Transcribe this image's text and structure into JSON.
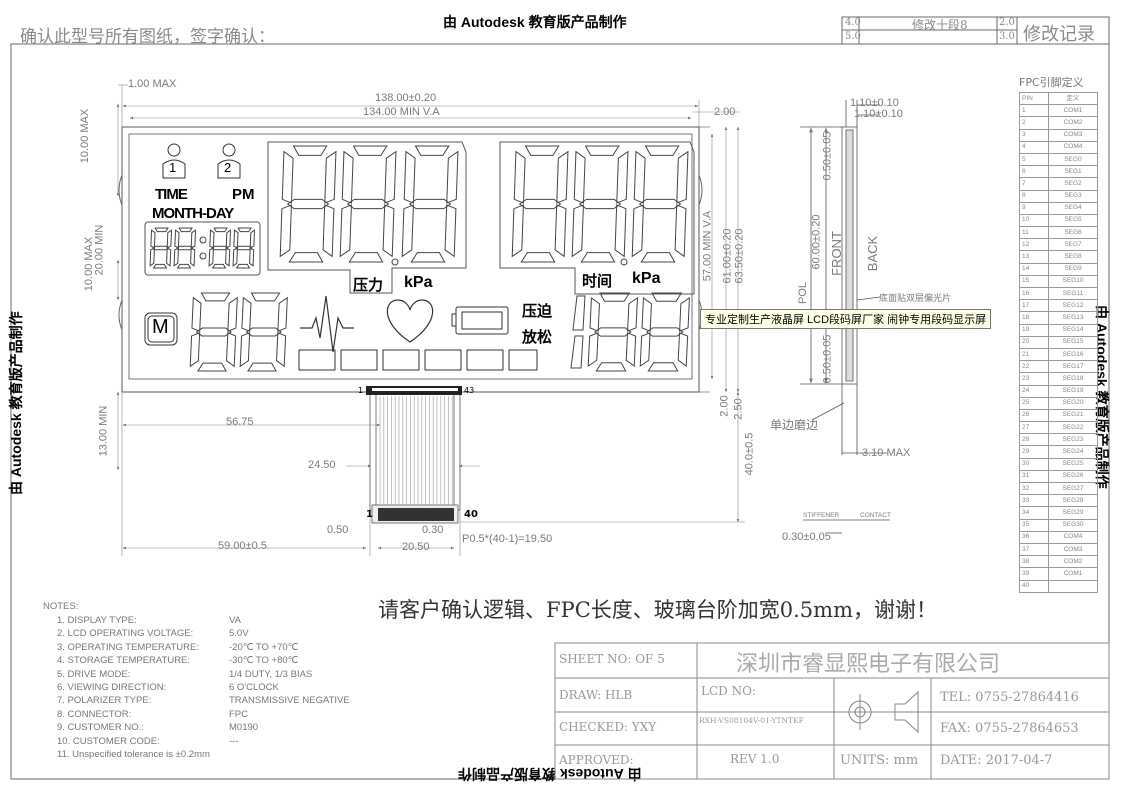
{
  "header": {
    "confirm_note": "确认此型号所有图纸，签字确认：",
    "watermark_top": "由 Autodesk 教育版产品制作",
    "watermark_bottom": "由 Autodesk 教育版产品制作",
    "watermark_left": "由 Autodesk 教育版产品制作",
    "watermark_right": "由 Autodesk 教育版产品制作",
    "rev_cells": [
      "4.0",
      "5.0",
      "2.0",
      "3.0"
    ],
    "rev_mark": "修改十段8",
    "revision_title": "修改记录"
  },
  "dims": {
    "d1": "1.00 MAX",
    "d2": "138.00±0.20",
    "d3": "134.00 MIN V.A",
    "d4": "2.00",
    "d5": "10.00 MAX",
    "d6": "10.00 MAX",
    "d7": "20.00 MIN",
    "d8": "13.00 MIN",
    "d9": "56.75",
    "d10": "24.50",
    "d11": "0.50",
    "d12": "0.30",
    "d13": "59.00±0.5",
    "d14": "20.50",
    "d15": "P0.5*(40-1)=19.50",
    "d16": "57.00 MIN V.A",
    "d17": "61.00±0.20",
    "d18": "63.50±0.20",
    "d19": "2.00",
    "d20": "2.50",
    "d21": "40.0±0.5",
    "d22": "1.10±0.10",
    "d23": "1.10±0.10",
    "d24": "0.50±0.05",
    "d25": "60.00±0.20",
    "d26": "0.50±0.05",
    "d27": "3.10 MAX",
    "d28": "0.30±0.05"
  },
  "side_labels": {
    "front": "FRONT",
    "back": "BACK",
    "pol": "POL",
    "bottom_pol": "底面贴双层偏光片",
    "edge": "单边磨边",
    "stiffener": "STIFFENER",
    "contact": "CONTACT"
  },
  "lcd": {
    "time": "TIME",
    "pm": "PM",
    "month_day": "MONTH-DAY",
    "pressure": "压力",
    "kpa1": "kPa",
    "kpa2": "kPa",
    "time_cn": "时间",
    "press_on": "压迫",
    "relax": "放松",
    "m": "M",
    "user1": "1",
    "user2": "2",
    "pin_first": "1",
    "pin_last": "43",
    "fpc_pin_first": "1",
    "fpc_pin_last": "40"
  },
  "callout": "专业定制生产液晶屏 LCD段码屏厂家 闹钟专用段码显示屏",
  "customer_message": "请客户确认逻辑、FPC长度、玻璃台阶加宽0.5mm，谢谢！",
  "fpc_table": {
    "title": "FPC引脚定义",
    "head": [
      "PIN",
      "定义"
    ],
    "rows": [
      [
        "1",
        "COM1"
      ],
      [
        "2",
        "COM2"
      ],
      [
        "3",
        "COM3"
      ],
      [
        "4",
        "COM4"
      ],
      [
        "5",
        "SEG0"
      ],
      [
        "6",
        "SEG1"
      ],
      [
        "7",
        "SEG2"
      ],
      [
        "8",
        "SEG3"
      ],
      [
        "9",
        "SEG4"
      ],
      [
        "10",
        "SEG5"
      ],
      [
        "11",
        "SEG6"
      ],
      [
        "12",
        "SEG7"
      ],
      [
        "13",
        "SEG8"
      ],
      [
        "14",
        "SEG9"
      ],
      [
        "15",
        "SEG10"
      ],
      [
        "16",
        "SEG11"
      ],
      [
        "17",
        "SEG12"
      ],
      [
        "18",
        "SEG13"
      ],
      [
        "19",
        "SEG14"
      ],
      [
        "20",
        "SEG15"
      ],
      [
        "21",
        "SEG16"
      ],
      [
        "22",
        "SEG17"
      ],
      [
        "23",
        "SEG18"
      ],
      [
        "24",
        "SEG19"
      ],
      [
        "25",
        "SEG20"
      ],
      [
        "26",
        "SEG21"
      ],
      [
        "27",
        "SEG22"
      ],
      [
        "28",
        "SEG23"
      ],
      [
        "29",
        "SEG24"
      ],
      [
        "30",
        "SEG25"
      ],
      [
        "31",
        "SEG26"
      ],
      [
        "32",
        "SEG27"
      ],
      [
        "33",
        "SEG28"
      ],
      [
        "34",
        "SEG29"
      ],
      [
        "35",
        "SEG30"
      ],
      [
        "36",
        "COM4"
      ],
      [
        "37",
        "COM3"
      ],
      [
        "38",
        "COM2"
      ],
      [
        "39",
        "COM1"
      ],
      [
        "40",
        ""
      ]
    ]
  },
  "notes": {
    "title": "NOTES:",
    "items": [
      [
        "1.  DISPLAY TYPE:",
        "VA"
      ],
      [
        "2.  LCD OPERATING VOLTAGE:",
        "5.0V"
      ],
      [
        "3.  OPERATING TEMPERATURE:",
        "-20℃ TO +70℃"
      ],
      [
        "4.  STORAGE TEMPERATURE:",
        "-30℃ TO +80℃"
      ],
      [
        "5.  DRIVE MODE:",
        "1/4 DUTY, 1/3 BIAS"
      ],
      [
        "6.  VIEWING DIRECTION:",
        "6 O'CLOCK"
      ],
      [
        "7.  POLARIZER TYPE:",
        "TRANSMISSIVE NEGATIVE"
      ],
      [
        "8.  CONNECTOR:",
        "FPC"
      ],
      [
        "9.  CUSTOMER NO.:",
        "M0190"
      ],
      [
        "10. CUSTOMER CODE:",
        "---"
      ],
      [
        "11. Unspecified tolerance is ±0.2mm",
        ""
      ]
    ]
  },
  "title_block": {
    "sheet": "SHEET  NO:   OF 5",
    "company": "深圳市睿显熙电子有限公司",
    "draw": "DRAW:   HLB",
    "lcd_no_label": "LCD  NO:",
    "lcd_no": "RXH-VS08104V-01-YTNTKF",
    "tel": "TEL: 0755-27864416",
    "checked": "CHECKED:   YXY",
    "fax": "FAX: 0755-27864653",
    "approved": "APPROVED:",
    "rev": "REV    1.0",
    "units": "UNITS: mm",
    "date": "DATE: 2017-04-7"
  },
  "colors": {
    "line": "#5a5a5a",
    "light": "#9a9a9a",
    "callout_bg": "#ffffe6"
  }
}
